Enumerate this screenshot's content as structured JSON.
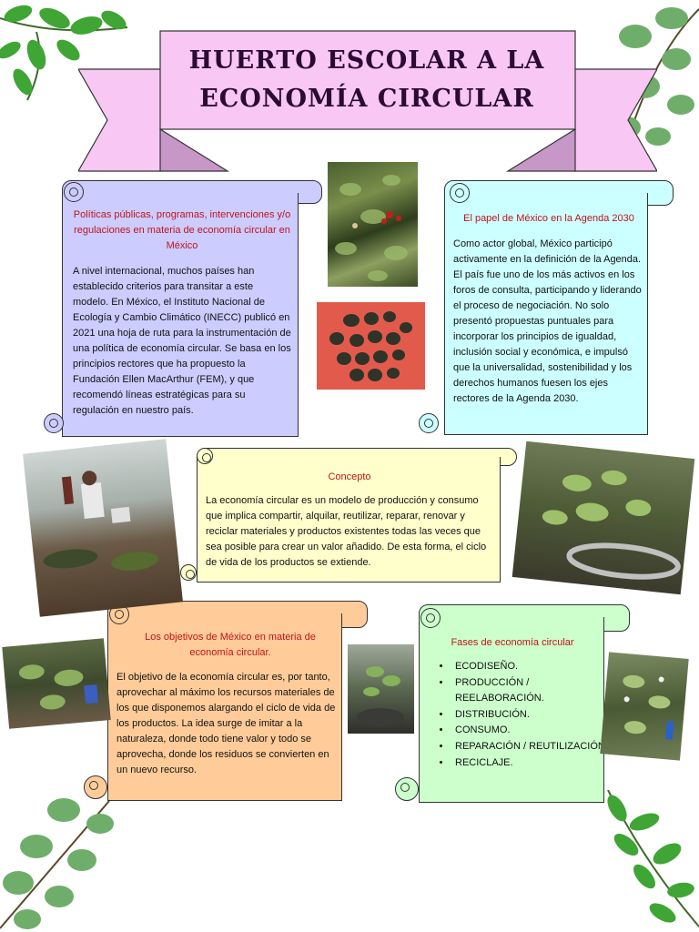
{
  "title": {
    "line1": "HUERTO ESCOLAR A LA",
    "line2": "ECONOMÍA CIRCULAR"
  },
  "sections": {
    "politicas": {
      "heading": "Políticas públicas, programas, intervenciones y/o regulaciones en materia de economía circular en México",
      "text": "A nivel internacional, muchos países han establecido criterios para transitar a este modelo.  En México, el Instituto Nacional de Ecología y Cambio Climático (INECC) publicó en 2021 una hoja de ruta para la instrumentación de una política de economía circular.  Se basa en los principios rectores que ha propuesto la Fundación Ellen MacArthur (FEM), y que recomendó líneas estratégicas para su regulación en nuestro país."
    },
    "agenda": {
      "heading": "El papel de México en la Agenda 2030",
      "text": "Como actor global, México participó activamente en la definición de la Agenda.  El país fue uno de los más activos en los foros de consulta, participando y liderando el proceso de negociación.  No solo presentó propuestas puntuales para incorporar los principios de igualdad, inclusión social y económica, e impulsó que la universalidad, sostenibilidad y los derechos humanos fuesen los ejes rectores de la Agenda 2030."
    },
    "concepto": {
      "heading": "Concepto",
      "text": "La economía circular es un modelo de producción y consumo que implica compartir, alquilar, reutilizar, reparar, renovar y reciclar materiales y productos existentes todas las veces que sea posible para crear un valor añadido.  De esta forma, el ciclo de vida de los productos se extiende."
    },
    "objetivos": {
      "heading": "Los objetivos de México en materia de economía circular.",
      "text": "El objetivo de la economía circular es, por tanto, aprovechar al máximo los recursos materiales de los que disponemos alargando el ciclo de vida de los productos.  La idea surge de imitar a la naturaleza, donde todo tiene valor y todo se aprovecha, donde los residuos se convierten en un nuevo recurso."
    },
    "fases": {
      "heading": "Fases de economía circular",
      "items": [
        "ECODISEÑO.",
        "PRODUCCIÓN / REELABORACIÓN.",
        "DISTRIBUCIÓN.",
        "CONSUMO.",
        "REPARACIÓN / REUTILIZACIÓN.",
        "RECICLAJE."
      ]
    }
  },
  "colors": {
    "banner": "#f8c7f4",
    "banner_shadow": "#c797c8",
    "politicas": "#ccccff",
    "agenda": "#ccffff",
    "concepto": "#ffffcc",
    "objetivos": "#ffcc99",
    "fases": "#ccffcc",
    "heading_red": "#c0141b"
  },
  "images": {
    "plant_top": "garden plant photo",
    "seeds": "dark seeds on red background",
    "garden_work": "students working in garden",
    "pot_right": "plant in tire planter",
    "garden_left": "garden bed",
    "pot_center": "potted seedling",
    "plant_right": "flowering plant",
    "leaves": "green leaf corner decorations"
  }
}
